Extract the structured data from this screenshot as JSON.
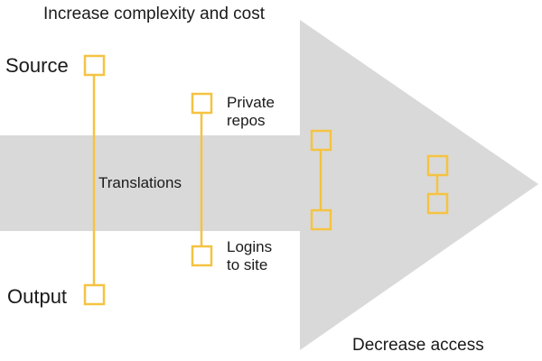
{
  "diagram": {
    "top_caption": "Increase complexity and cost",
    "bottom_caption": "Decrease access",
    "source_label": "Source",
    "output_label": "Output",
    "translations_label": "Translations",
    "private_repos_label": {
      "line1": "Private",
      "line2": "repos"
    },
    "logins_label": {
      "line1": "Logins",
      "line2": "to site"
    },
    "colors": {
      "arrow_fill": "#d9d9d9",
      "connector": "#f5c342",
      "text": "#1a1a1a"
    }
  }
}
